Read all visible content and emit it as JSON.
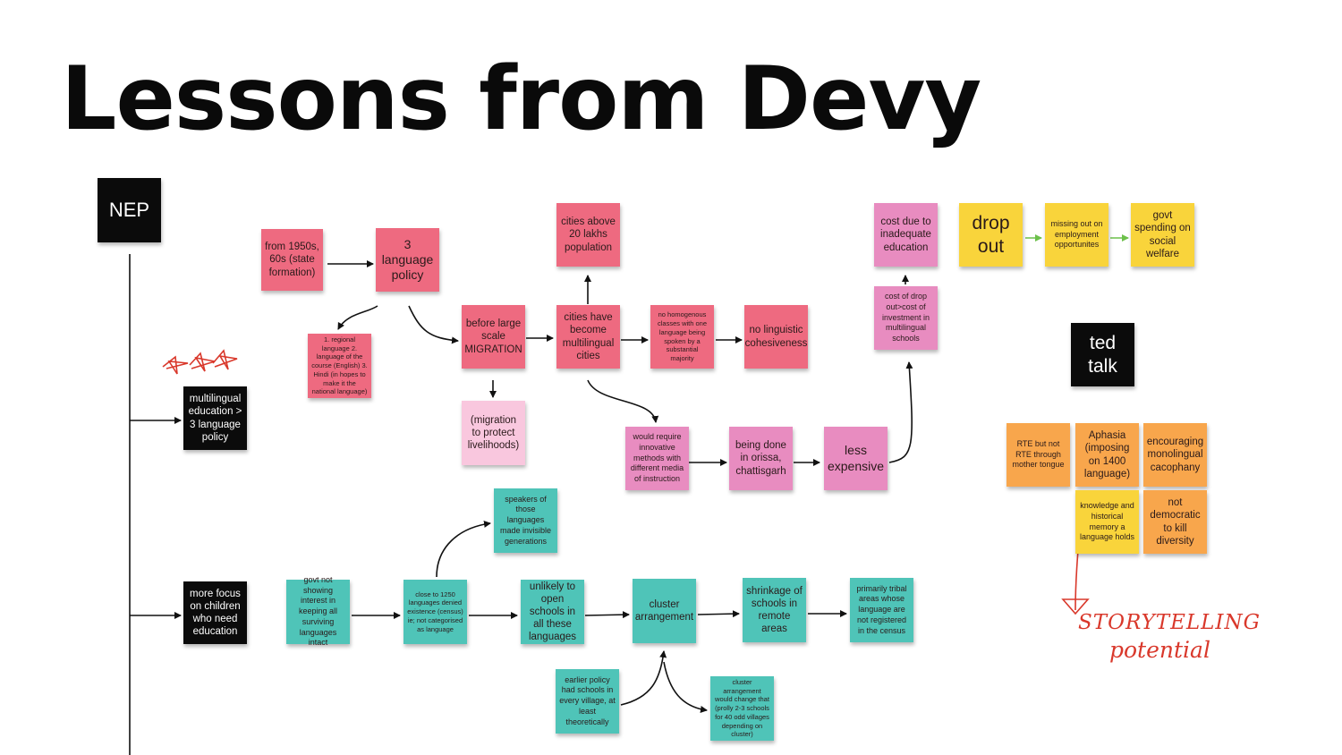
{
  "title": "Lessons from Devy",
  "colors": {
    "pink": "#ee6a80",
    "magenta_pink": "#e88cc0",
    "light_pink": "#f9c7de",
    "teal": "#4fc4b8",
    "yellow": "#f9d43b",
    "orange": "#f8a64c",
    "black": "#0b0b0b",
    "green_arrow": "#6cc04a",
    "red_ink": "#d9382b"
  },
  "notes": {
    "nep": "NEP",
    "ml_education": "multilingual education > 3 language policy",
    "more_focus": "more focus on children who need education",
    "from_1950s": "from 1950s, 60s (state formation)",
    "three_lang": "3 language policy",
    "three_lang_list": "1. regional language 2. language of the course (English) 3. Hindi (in hopes to make it the national language)",
    "before_migration": "before large scale MIGRATION",
    "migration_protect": "(migration to protect livelihoods)",
    "cities_above": "cities above 20 lakhs population",
    "cities_multi": "cities have become multilingual cities",
    "no_homogenous": "no homogenous classes with one language being spoken by a substantial majority",
    "no_cohesive": "no linguistic cohesiveness",
    "innovative": "would require innovative methods with different media of instruction",
    "orissa": "being done in orissa, chattisgarh",
    "less_exp": "less expensive",
    "cost_dropout": "cost of drop out>cost of investment in multilingual schools",
    "cost_due": "cost due to inadequate education",
    "drop_out": "drop out",
    "missing_out": "missing out on employment opportunites",
    "govt_spending": "govt spending on social welfare",
    "ted": "ted talk",
    "rte": "RTE but not RTE through mother tongue",
    "aphasia": "Aphasia (imposing on 1400 language)",
    "encouraging": "encouraging monolingual cacophany",
    "knowledge": "knowledge and historical memory a language holds",
    "not_democratic": "not democratic to kill diversity",
    "govt_not": "govt not showing interest in keeping all surviving languages intact",
    "close_1250": "close to 1250 languages denied existence (census) ie; not categorised as language",
    "speakers": "speakers of those languages made invisible generations",
    "unlikely": "unlikely to open schools in all these languages",
    "cluster": "cluster arrangement",
    "shrinkage": "shrinkage of schools in remote areas",
    "tribal": "primarily tribal areas whose language are not registered in the census",
    "earlier": "earlier policy had schools in every village, at least theoretically",
    "cluster_change": "cluster arrangement would change that (prolly 2-3 schools for 40 odd villages depending on cluster)"
  },
  "handwriting": {
    "line1": "STORYTELLING",
    "line2": "potential"
  }
}
